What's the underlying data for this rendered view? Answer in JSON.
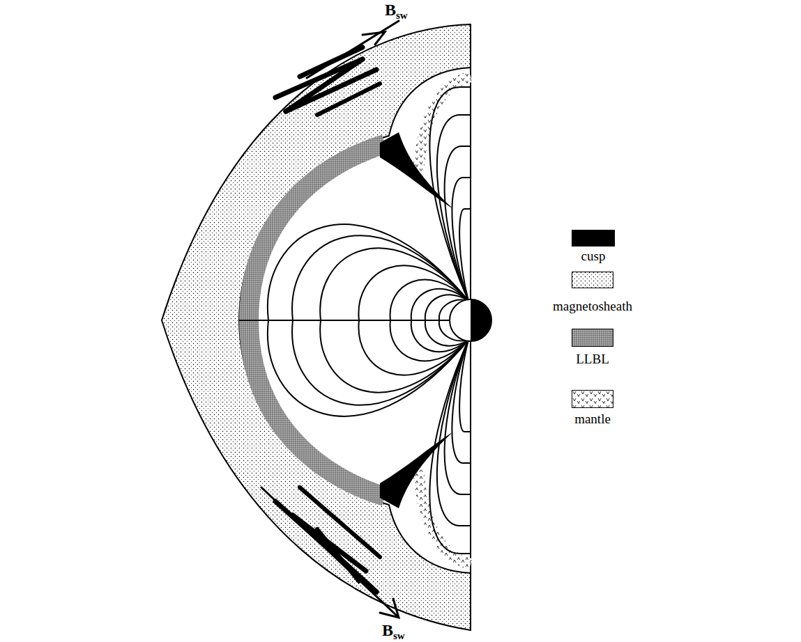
{
  "diagram": {
    "labels": [
      "Bsw",
      "Bsw"
    ],
    "legend": [
      {
        "text": "cusp",
        "color": "#000000"
      },
      {
        "text": "magnetosheath"
      },
      {
        "text": "LLBL"
      },
      {
        "text": "mantle"
      }
    ]
  }
}
